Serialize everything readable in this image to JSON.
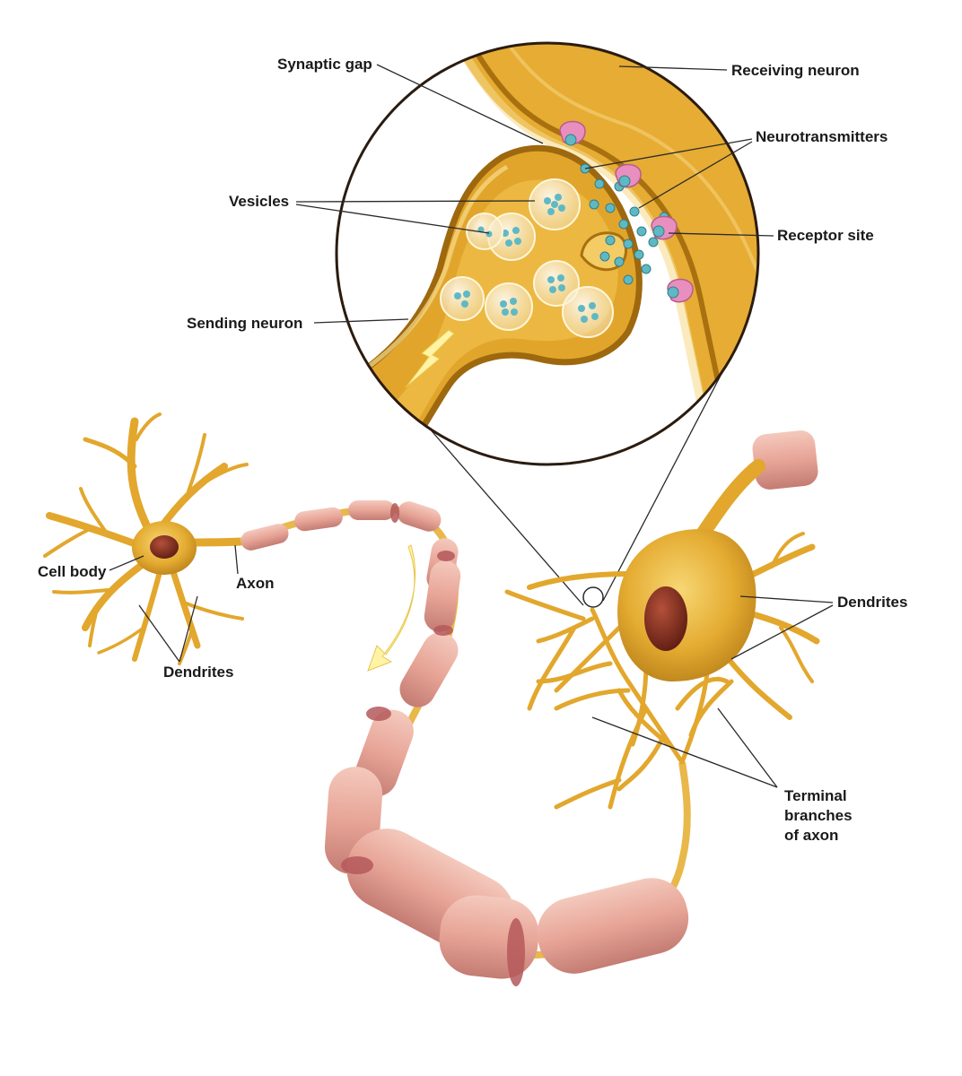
{
  "labels": {
    "synaptic_gap": "Synaptic gap",
    "receiving_neuron": "Receiving neuron",
    "neurotransmitters": "Neurotransmitters",
    "vesicles": "Vesicles",
    "receptor_site": "Receptor site",
    "sending_neuron": "Sending neuron",
    "cell_body": "Cell body",
    "axon": "Axon",
    "dendrites_left": "Dendrites",
    "dendrites_right": "Dendrites",
    "terminal_line1": "Terminal",
    "terminal_line2": "branches",
    "terminal_line3": "of axon"
  },
  "colors": {
    "neuron_gold": "#e2a72c",
    "neuron_light": "#f3c95a",
    "neuron_dark": "#b57b12",
    "nucleus": "#7d2a1c",
    "myelin": "#e9a99b",
    "myelin_dark": "#c97a72",
    "neurotransmitter": "#5fb9c4",
    "receptor": "#e98fbf",
    "signal": "#fff3a6"
  }
}
